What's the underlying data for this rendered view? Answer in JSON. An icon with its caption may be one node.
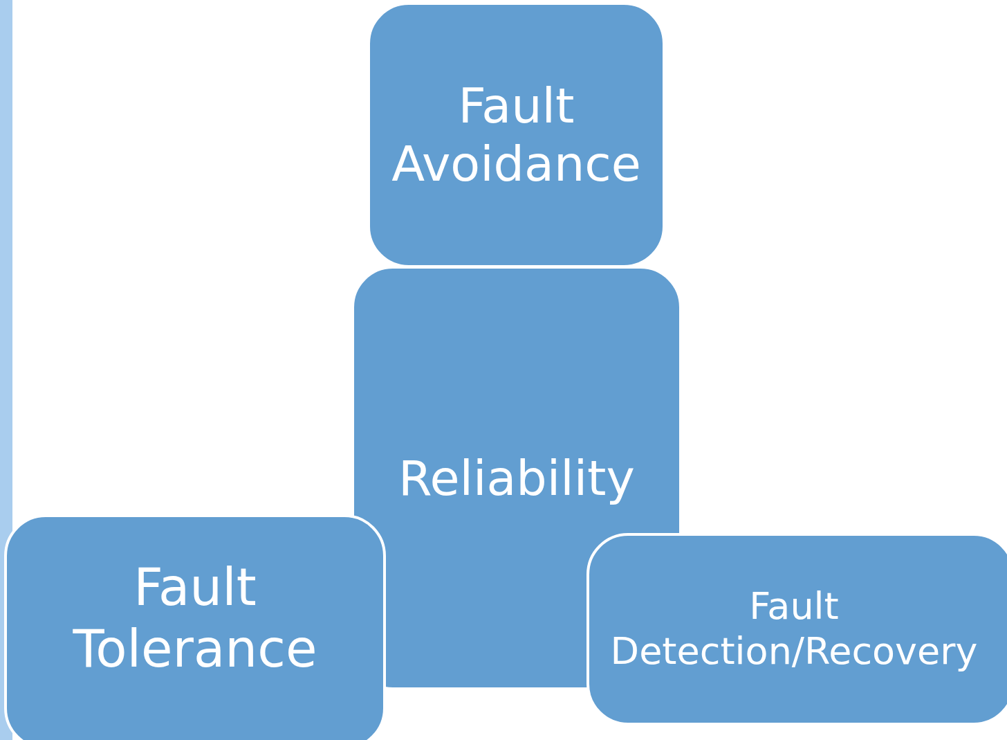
{
  "diagram": {
    "nodes": [
      {
        "text": [
          "Fault Avoidance"
        ]
      },
      {
        "text": [
          "Reliability"
        ]
      },
      {
        "text": [
          "Fault Tolerance"
        ]
      },
      {
        "text": [
          "Fault Detection/Recovery"
        ]
      }
    ]
  }
}
